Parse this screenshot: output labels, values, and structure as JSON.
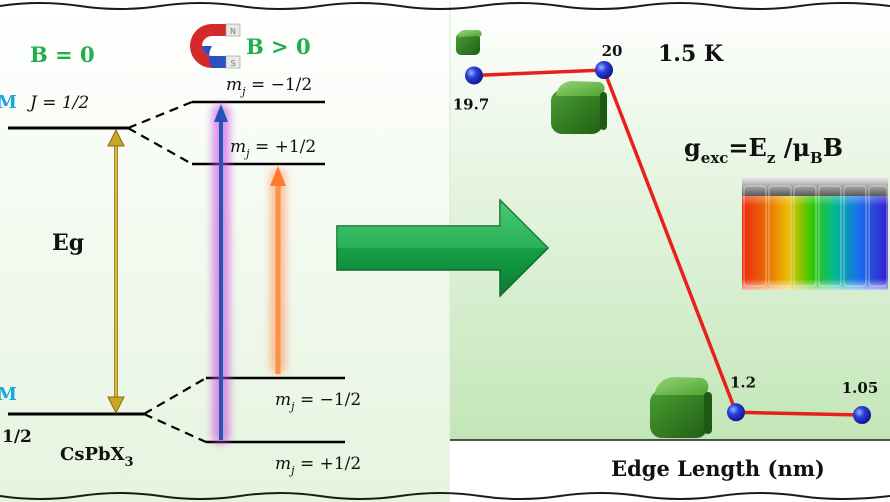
{
  "left_panel": {
    "field_zero": "B = 0",
    "field_nonzero": "B > 0",
    "state_top_left": "J = 1/2",
    "state_top_letter": "M",
    "state_bottom_letter": "M",
    "state_bottom_left": "1/2",
    "gap_label": "Eg",
    "compound": "CsPbX",
    "compound_sub": "3",
    "upper_minus": "mj = −1/2",
    "upper_plus": "mj = +1/2",
    "lower_minus": "mj = −1/2",
    "lower_plus": "mj = +1/2"
  },
  "right_panel": {
    "temperature": "1.5 K",
    "formula": "gexc=Ez /μBB",
    "formula_parts": {
      "g": "g",
      "g_sub": "exc",
      "eq": "=",
      "E": "E",
      "E_sub": "z",
      "slash": " /",
      "mu": "μ",
      "mu_sub": "B",
      "B": "B"
    },
    "xlabel": "Edge Length (nm)"
  },
  "chart_data": {
    "type": "line",
    "title": "",
    "xlabel": "Edge Length (nm)",
    "ylabel": "",
    "series": [
      {
        "values": [
          19.7,
          20,
          1.2,
          1.05
        ],
        "labels": [
          "19.7",
          "20",
          "1.2",
          "1.05"
        ]
      }
    ],
    "line_color": "#e8201c",
    "marker_color": "#1c2ed8"
  },
  "colors": {
    "green_label": "#1fae4a",
    "cyan_letter": "#19a7e0",
    "purple_glow": "#c63ed8",
    "blue_arrow": "#2454b8",
    "orange_arrow": "#ff7a30",
    "gold_arrow": "#a8871a",
    "big_arrow": "#18a04a",
    "cube": "#3c9a2a"
  },
  "icons": [
    "magnet-icon",
    "green-cube-icon",
    "vials-photo",
    "transition-arrow"
  ]
}
